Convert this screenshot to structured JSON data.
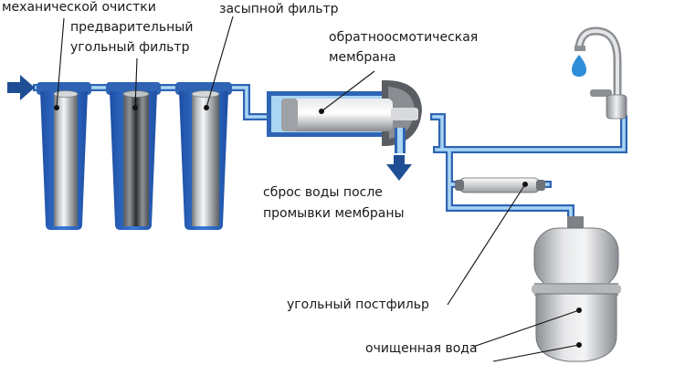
{
  "labels": {
    "mechanical_filter": "механической очистки",
    "pre_carbon_line1": "предварительный",
    "pre_carbon_line2": "угольный фильтр",
    "backfill_filter": "засыпной фильтр",
    "membrane_line1": "обратноосмотическая",
    "membrane_line2": "мембрана",
    "drain_line1": "сброс воды после",
    "drain_line2": "промывки мембраны",
    "post_filter": "угольный постфильр",
    "clean_water": "очищенная вода"
  },
  "colors": {
    "pipe": "#2f64b4",
    "pipe_inner": "#a9d6f3",
    "housing": "#2e66c2",
    "cartridge_light": "#e9eaec",
    "cartridge_dark": "#7a7d82",
    "arrow": "#1f4e94",
    "water_drop": "#2f8fd8",
    "tank": "#c3c5c8",
    "leader": "#111111"
  }
}
